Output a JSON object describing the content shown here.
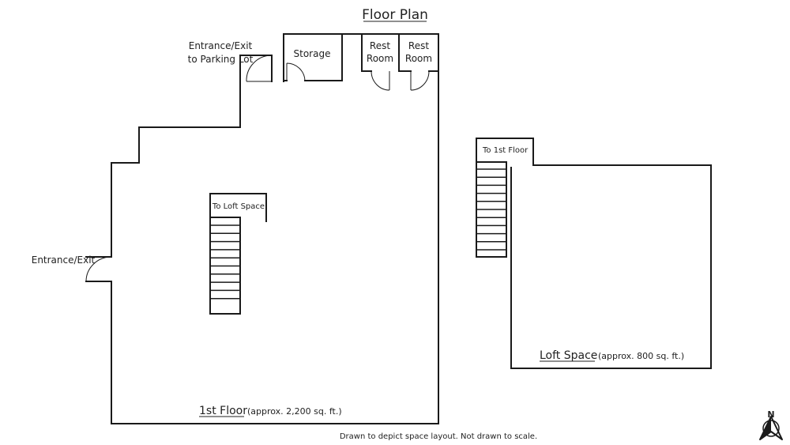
{
  "title": "Floor Plan",
  "first_floor": {
    "name": "1st Floor",
    "area": "(approx. 2,200 sq. ft.)",
    "entrance_side": "Entrance/Exit",
    "entrance_parking_line1": "Entrance/Exit",
    "entrance_parking_line2": "to Parking Lot",
    "storage": "Storage",
    "restroom1_line1": "Rest",
    "restroom1_line2": "Room",
    "restroom2_line1": "Rest",
    "restroom2_line2": "Room",
    "stairs_label": "To Loft Space"
  },
  "loft": {
    "name": "Loft Space",
    "area": "(approx. 800 sq. ft.)",
    "stairs_label": "To 1st Floor"
  },
  "footnote": "Drawn to depict space layout. Not drawn to scale.",
  "compass_letter": "N",
  "colors": {
    "line": "#1a1a1a",
    "text": "#222222",
    "background": "#ffffff"
  }
}
